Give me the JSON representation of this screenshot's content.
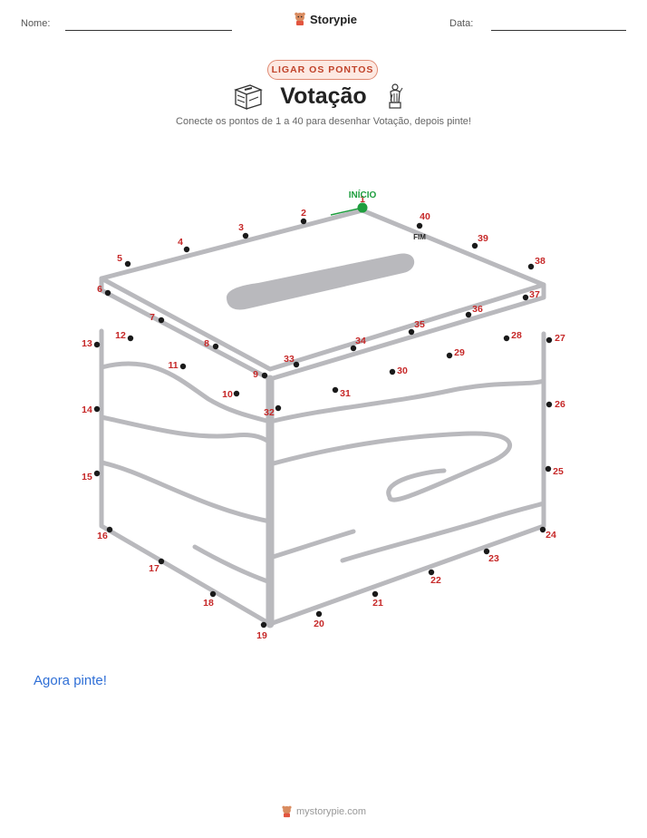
{
  "header": {
    "name_label": "Nome:",
    "date_label": "Data:",
    "brand": "Storypie"
  },
  "badge": "LIGAR OS PONTOS",
  "title": "Votação",
  "subtitle": "Conecte os pontos de 1 a 40 para desenhar Votação, depois pinte!",
  "markers": {
    "start": "INÍCIO",
    "end": "FIM"
  },
  "icons": [
    "ballot-box-icon",
    "statue-icon",
    "storypie-logo-icon"
  ],
  "colors": {
    "dot": "#1a1a1a",
    "number": "#c62828",
    "start": "#1e9e3e",
    "outline": "#b9b9bd",
    "badge_border": "#e08a73",
    "prompt": "#2f6fd6"
  },
  "dots": [
    {
      "n": "1"
    },
    {
      "n": "2"
    },
    {
      "n": "3"
    },
    {
      "n": "4"
    },
    {
      "n": "5"
    },
    {
      "n": "6"
    },
    {
      "n": "7"
    },
    {
      "n": "8"
    },
    {
      "n": "9"
    },
    {
      "n": "10"
    },
    {
      "n": "11"
    },
    {
      "n": "12"
    },
    {
      "n": "13"
    },
    {
      "n": "14"
    },
    {
      "n": "15"
    },
    {
      "n": "16"
    },
    {
      "n": "17"
    },
    {
      "n": "18"
    },
    {
      "n": "19"
    },
    {
      "n": "20"
    },
    {
      "n": "21"
    },
    {
      "n": "22"
    },
    {
      "n": "23"
    },
    {
      "n": "24"
    },
    {
      "n": "25"
    },
    {
      "n": "26"
    },
    {
      "n": "27"
    },
    {
      "n": "28"
    },
    {
      "n": "29"
    },
    {
      "n": "30"
    },
    {
      "n": "31"
    },
    {
      "n": "32"
    },
    {
      "n": "33"
    },
    {
      "n": "34"
    },
    {
      "n": "35"
    },
    {
      "n": "36"
    },
    {
      "n": "37"
    },
    {
      "n": "38"
    },
    {
      "n": "39"
    },
    {
      "n": "40"
    }
  ],
  "color_prompt": "Agora pinte!",
  "footer": "mystorypie.com"
}
